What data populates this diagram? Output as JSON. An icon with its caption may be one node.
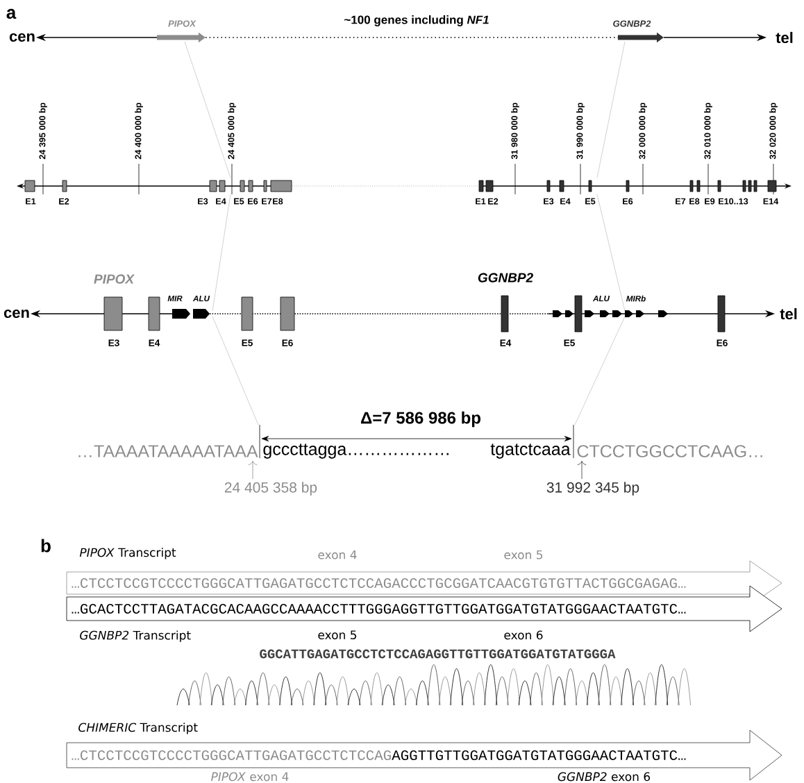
{
  "diagram": {
    "nodes": [
      {
        "text": [
          "*PIPOX* Transcript",
          "…CTCCTCCGTCCCCTGGGCATTGAGATGCCTCTCCAG",
          "ACCCTGCGGATCAACGTGTGTTACTGGCGAGAG…"
        ],
        "beside": [
          "exon 4",
          "exon 5"
        ]
      },
      {
        "text": [
          "…GCACTCCTTAGATACGCACAAGCCAAAACCTTTGGG",
          "AGGTTGTTGGATGGATGTATGGGAACTAATGTC…",
          "*GGNBP2* Transcript"
        ],
        "beside": [
          "exon 5",
          "exon 6"
        ]
      },
      {
        "text": [
          "*CHIMERIC* Transcript",
          "…CTCCTCCGTCCCCTGGGCATTGAGATGCCTCTCCAG",
          "AGGTTGTTGGATGGATGTATGGGAACTAATGTC…"
        ],
        "beside": [
          "*PIPOX* exon 4",
          "*GGNBP2* exon 6"
        ]
      }
    ],
    "labels": [
      "a",
      "cen",
      "tel",
      "PIPOX",
      "~100 genes including *NF1*",
      "GGNBP2",
      "24 395 000 bp",
      "24 400 000 bp",
      "24 405 000 bp",
      "31 980 000 bp",
      "31 990 000 bp",
      "32 000 000 bp",
      "32 010 000 bp",
      "32 020 000 bp",
      "E1",
      "E2",
      "E3",
      "E4",
      "E5",
      "E6",
      "E7",
      "E8",
      "E1",
      "E2",
      "E3",
      "E4",
      "E5",
      "E6",
      "E7",
      "E8",
      "E9",
      "E10..13",
      "E14",
      "PIPOX",
      "MIR",
      "ALU",
      "GGNBP2",
      "ALU",
      "MIRb",
      "cen",
      "tel",
      "E3",
      "E4",
      "E5",
      "E6",
      "E4",
      "E5",
      "E6",
      "Δ=7 586 986 bp",
      "…TAAAATAAAAATAAA",
      "gcccttagga………………",
      "tgatctcaaa",
      "CTCCTGGCCTCAAG…",
      "24 405 358 bp",
      "31 992 345 bp",
      "b",
      "GGCATTGAGATGCCTCTCCAGAGGTTGTTGGATGGATGTATGGGA"
    ]
  }
}
